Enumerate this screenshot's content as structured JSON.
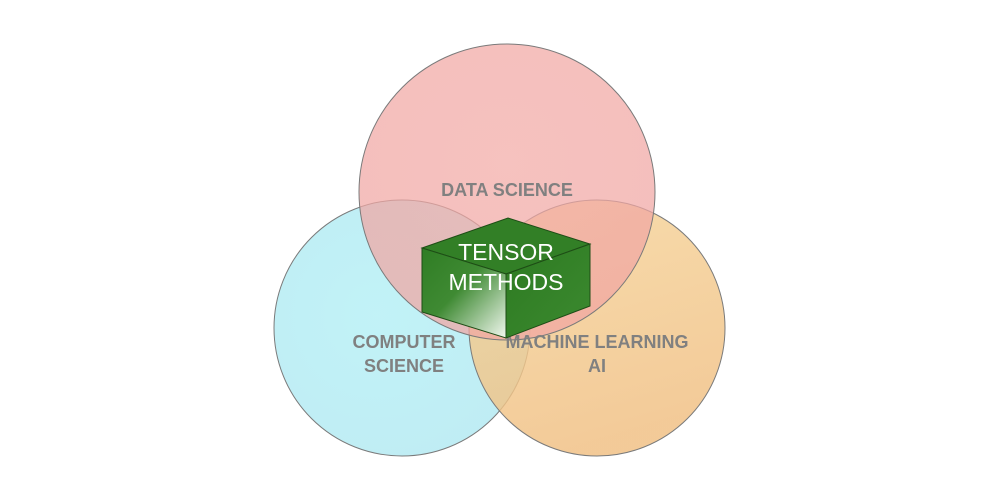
{
  "diagram": {
    "sets": [
      {
        "id": "data-science",
        "lines": [
          "DATA SCIENCE"
        ],
        "color": "#EE8E8A"
      },
      {
        "id": "computer-science",
        "lines": [
          "COMPUTER",
          "SCIENCE"
        ],
        "color": "#A9E9EE"
      },
      {
        "id": "machine-learning-ai",
        "lines": [
          "MACHINE LEARNING",
          "AI"
        ],
        "color": "#F3BC6C"
      }
    ],
    "center": {
      "lines": [
        "TENSOR",
        "METHODS"
      ],
      "color": "#2E7A22"
    }
  }
}
